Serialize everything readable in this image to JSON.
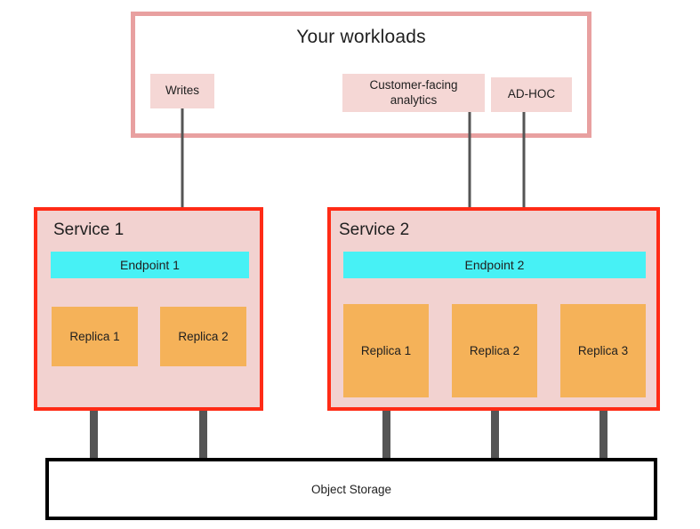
{
  "diagram": {
    "title": "Your workloads",
    "workloads": [
      {
        "id": "writes",
        "label": "Writes"
      },
      {
        "id": "customer-facing-analytics",
        "label": "Customer-facing analytics"
      },
      {
        "id": "ad-hoc",
        "label": "AD-HOC"
      }
    ],
    "services": [
      {
        "id": "service-1",
        "label": "Service 1",
        "endpoint": "Endpoint 1",
        "replicas": [
          "Replica 1",
          "Replica 2"
        ]
      },
      {
        "id": "service-2",
        "label": "Service 2",
        "endpoint": "Endpoint 2",
        "replicas": [
          "Replica 1",
          "Replica 2",
          "Replica 3"
        ]
      }
    ],
    "storage": {
      "label": "Object Storage"
    },
    "colors": {
      "workload_frame_border": "#e8a0a0",
      "workload_chip_fill": "#f5d7d5",
      "service_border": "#ff2b16",
      "service_fill": "#f2d2d0",
      "endpoint_fill": "#47f1f5",
      "replica_fill": "#f5b259",
      "connector": "#555555",
      "storage_border": "#000000",
      "background": "#ffffff",
      "text": "#1f1f1f"
    },
    "connections": [
      {
        "from": "writes",
        "to": "service-1.endpoint",
        "type": "arrow"
      },
      {
        "from": "customer-facing-analytics",
        "to": "service-2.endpoint",
        "type": "arrow"
      },
      {
        "from": "ad-hoc",
        "to": "service-2.endpoint",
        "type": "arrow"
      },
      {
        "from": "service-1.endpoint",
        "to": "service-1.replica-1",
        "type": "link"
      },
      {
        "from": "service-1.endpoint",
        "to": "service-1.replica-2",
        "type": "link"
      },
      {
        "from": "service-2.endpoint",
        "to": "service-2.replica-1",
        "type": "link"
      },
      {
        "from": "service-2.endpoint",
        "to": "service-2.replica-2",
        "type": "link"
      },
      {
        "from": "service-2.endpoint",
        "to": "service-2.replica-3",
        "type": "link"
      },
      {
        "from": "service-1.replica-1",
        "to": "storage",
        "type": "link"
      },
      {
        "from": "service-1.replica-2",
        "to": "storage",
        "type": "link"
      },
      {
        "from": "service-2.replica-1",
        "to": "storage",
        "type": "link"
      },
      {
        "from": "service-2.replica-2",
        "to": "storage",
        "type": "link"
      },
      {
        "from": "service-2.replica-3",
        "to": "storage",
        "type": "link"
      }
    ]
  }
}
